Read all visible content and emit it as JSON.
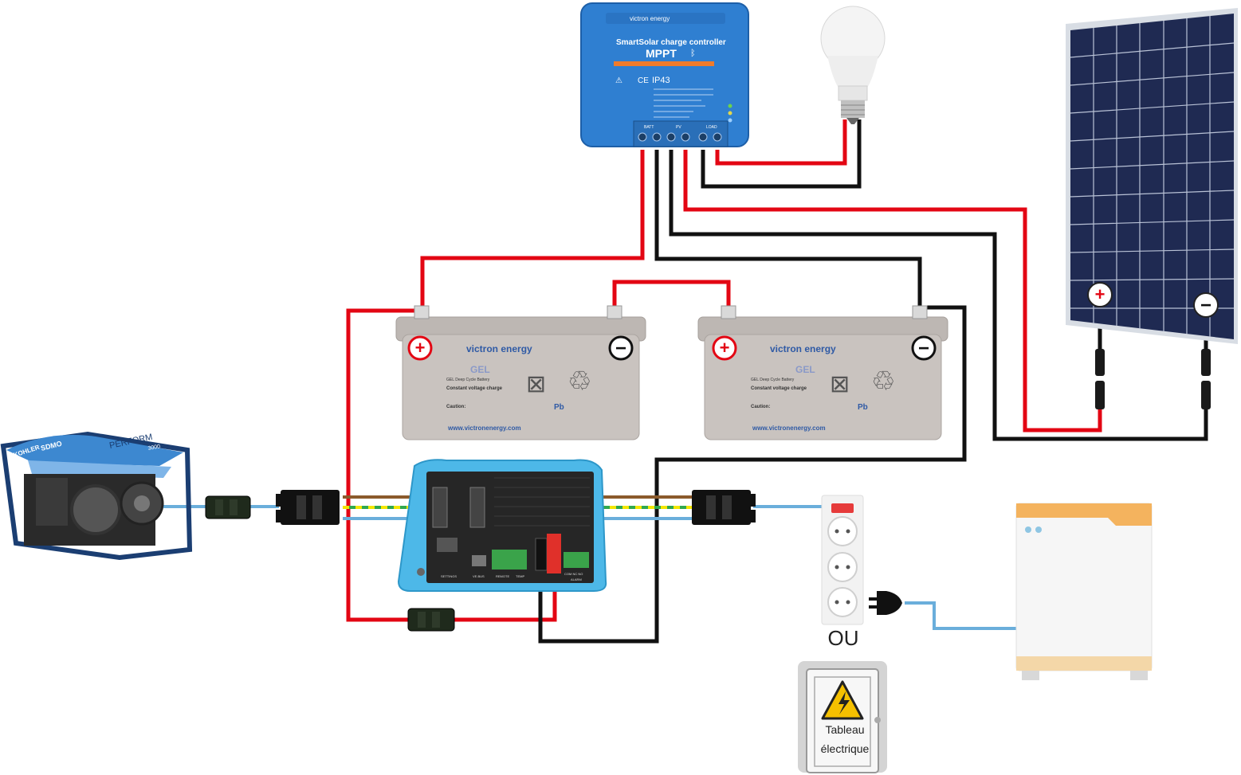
{
  "mppt": {
    "brand": "victron energy",
    "product": "SmartSolar charge controller",
    "model": "MPPT",
    "rating": "IP43",
    "terminal_batt": "BATT",
    "terminal_pv": "PV",
    "terminal_load": "LOAD"
  },
  "battery": {
    "brand": "victron energy",
    "type": "GEL",
    "title": "GEL Deep Cycle Battery",
    "line_voltage": "Constant voltage charge",
    "line_caution": "Caution:",
    "website": "www.victronenergy.com",
    "chem": "Pb"
  },
  "generator": {
    "brand1": "KOHLER",
    "brand2": "SDMO",
    "model": "PERFORM",
    "number": "3000"
  },
  "inverter": {
    "label_settings": "SETTINGS",
    "label_vebus": "VE.BUS",
    "label_remote": "REMOTE",
    "label_temp": "TEMP",
    "label_alarm": "ALARM",
    "label_com": "COM  NC  NO"
  },
  "labels": {
    "ou": "OU",
    "tableau_line1": "Tableau",
    "tableau_line2": "électrique"
  },
  "colors": {
    "wire_pos": "#e30613",
    "wire_neg": "#111111",
    "wire_ac": "#6aaedb",
    "wire_brown": "#8b5a2b",
    "victron_blue": "#2f7fd1",
    "inverter_cyan": "#4db8e8",
    "battery_grey": "#c9c3bf"
  }
}
